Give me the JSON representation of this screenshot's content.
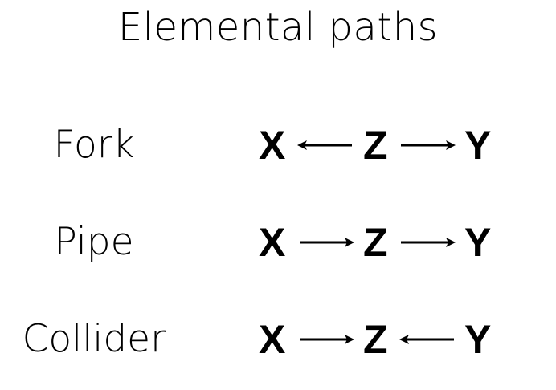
{
  "title": "Elemental paths",
  "rows": [
    {
      "label": "Fork",
      "nodes": [
        "X",
        "Z",
        "Y"
      ],
      "arrows": [
        "left",
        "right"
      ]
    },
    {
      "label": "Pipe",
      "nodes": [
        "X",
        "Z",
        "Y"
      ],
      "arrows": [
        "right",
        "right"
      ]
    },
    {
      "label": "Collider",
      "nodes": [
        "X",
        "Z",
        "Y"
      ],
      "arrows": [
        "right",
        "left"
      ]
    }
  ],
  "colors": {
    "text": "#000000",
    "background": "#ffffff"
  }
}
